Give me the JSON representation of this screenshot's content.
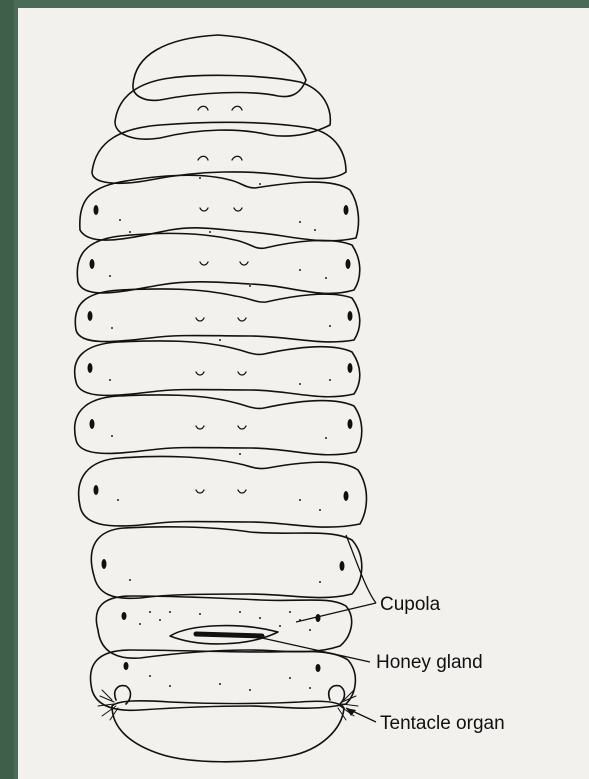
{
  "figure": {
    "labels": {
      "cupola": "Cupola",
      "honey_gland": "Honey gland",
      "tentacle_organ": "Tentacle organ"
    },
    "colors": {
      "background_frame": "#3f5f4b",
      "paper": "#f3f1ee",
      "ink": "#111111"
    }
  }
}
